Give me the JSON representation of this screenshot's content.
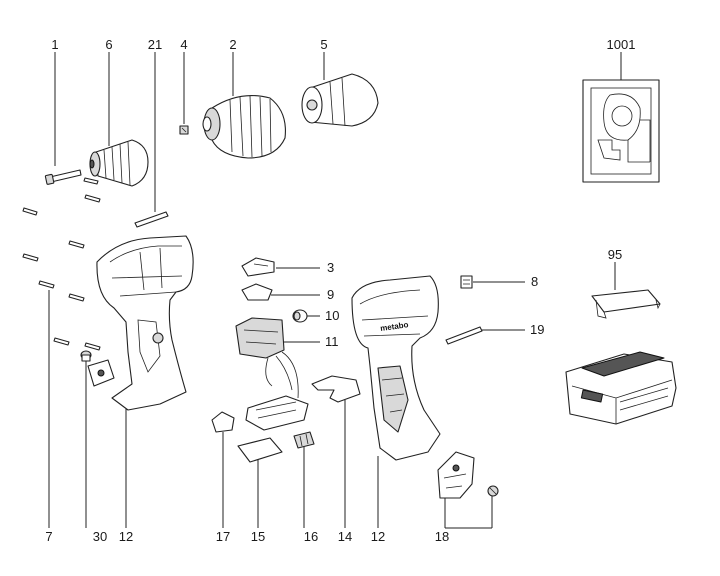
{
  "callouts": {
    "top": [
      "1",
      "6",
      "21",
      "4",
      "2",
      "5",
      "1001"
    ],
    "right": [
      "3",
      "9",
      "10",
      "11",
      "8",
      "19",
      "95"
    ],
    "bottom": [
      "7",
      "30",
      "12",
      "17",
      "15",
      "16",
      "14",
      "12",
      "18"
    ]
  },
  "logo_text": "metabo",
  "colors": {
    "line": "#222222",
    "shade": "#d9d9d9",
    "dark": "#555555",
    "background": "#ffffff"
  }
}
